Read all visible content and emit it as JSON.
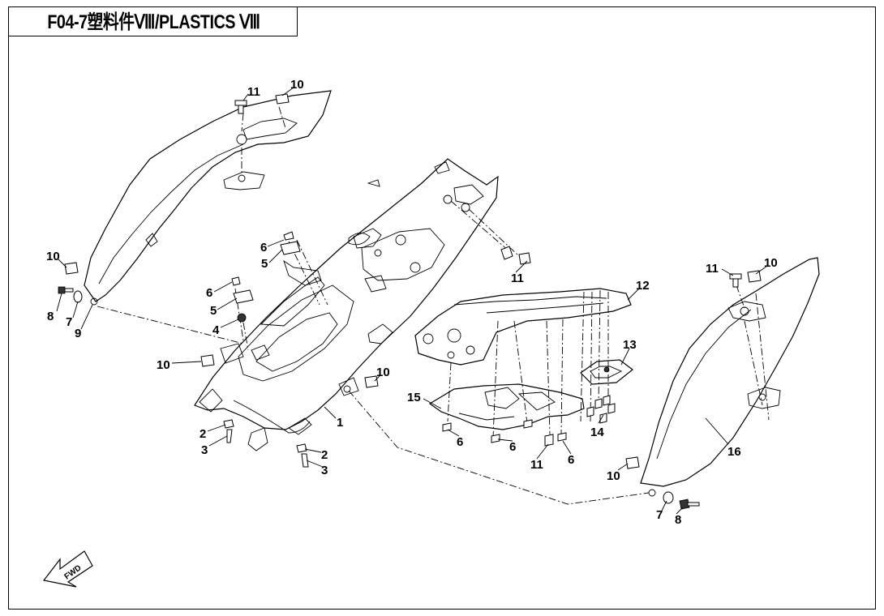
{
  "title": "F04-7塑料件Ⅷ/PLASTICS Ⅷ",
  "fwd_label": "FWD",
  "callouts": {
    "c11a": "11",
    "c10a": "10",
    "c10b": "10",
    "c8a": "8",
    "c7a": "7",
    "c9": "9",
    "c6a": "6",
    "c5a": "5",
    "c6b": "6",
    "c5b": "5",
    "c4": "4",
    "c10c": "10",
    "c10d": "10",
    "c1": "1",
    "c2a": "2",
    "c3a": "3",
    "c2b": "2",
    "c3b": "3",
    "c11b": "11",
    "c12": "12",
    "c13": "13",
    "c14": "14",
    "c15": "15",
    "c6c": "6",
    "c6d": "6",
    "c11c": "11",
    "c6e": "6",
    "c11d": "11",
    "c10e": "10",
    "c16": "16",
    "c10f": "10",
    "c7b": "7",
    "c8b": "8"
  }
}
